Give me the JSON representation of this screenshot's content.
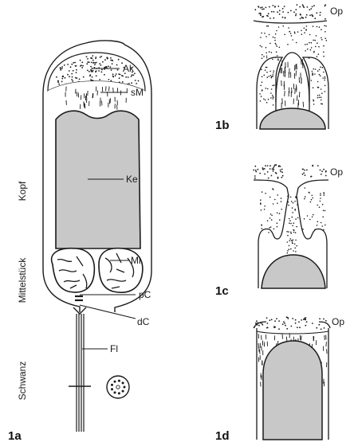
{
  "figures": {
    "fig_1a": "1a",
    "fig_1b": "1b",
    "fig_1c": "1c",
    "fig_1d": "1d"
  },
  "regions": {
    "kopf": "Kopf",
    "mittelstueck": "Mittelstück",
    "schwanz": "Schwanz"
  },
  "labels": {
    "ak": "Ak",
    "sm": "sM",
    "ke": "Ke",
    "mi": "Mi",
    "pc": "pC",
    "dc": "dC",
    "fl": "Fl",
    "op_b": "Op",
    "op_c": "Op",
    "op_d": "Op"
  },
  "colors": {
    "nucleus_fill": "#c8c8c8",
    "line": "#1a1a1a",
    "background": "#ffffff"
  }
}
